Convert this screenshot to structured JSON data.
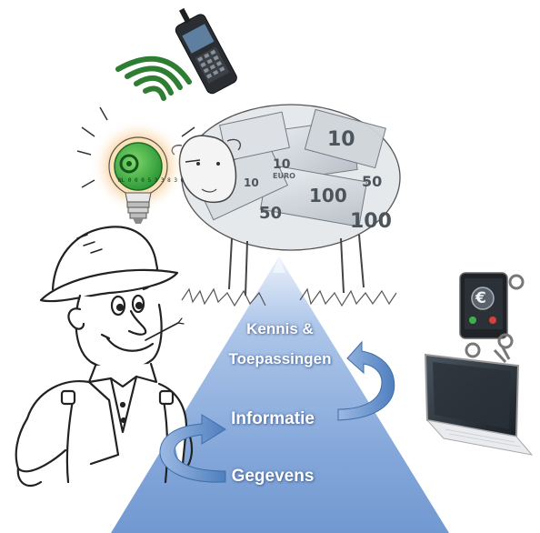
{
  "pyramid": {
    "top_line1": "Kennis &",
    "top_line2": "Toepassingen",
    "middle": "Informatie",
    "bottom": "Gegevens",
    "fill_color": "#6f9bd6",
    "arrow_color": "#5d8bc6"
  },
  "sheep": {
    "bill_values": [
      "10",
      "10",
      "100",
      "50",
      "100",
      "50",
      "10"
    ],
    "bill_currency": "EURO"
  },
  "tag_bulb": {
    "tag_text": "NL 0 0 0 5 3 3 8 3 6",
    "glow_color": "#f7a042",
    "tag_color": "#3fb24a"
  },
  "phone": {
    "euro_symbol": "€"
  },
  "icons": [
    "handheld-reader-icon",
    "wireless-signal-icon",
    "ear-tag-lightbulb-icon",
    "money-sheep-illustration",
    "farmer-cartoon",
    "tablet-laptop-icon",
    "smartphone-euro-icon"
  ]
}
